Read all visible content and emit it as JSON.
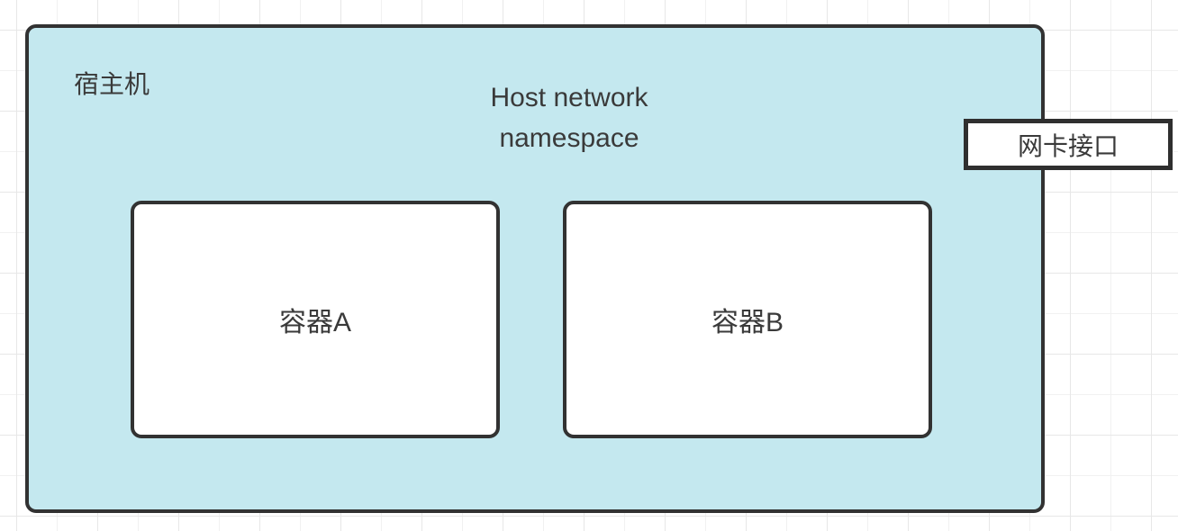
{
  "diagram": {
    "host": {
      "label": "宿主机",
      "title_line1": "Host network",
      "title_line2": "namespace",
      "fill_color": "#c4e8ef",
      "border_color": "#323232"
    },
    "containers": [
      {
        "label": "容器A",
        "fill_color": "#ffffff"
      },
      {
        "label": "容器B",
        "fill_color": "#ffffff"
      }
    ],
    "nic": {
      "label": "网卡接口",
      "fill_color": "#ffffff",
      "border_color": "#2f2f2f"
    },
    "canvas": {
      "background_color": "#ffffff",
      "grid_minor_color": "#f1f1f1",
      "grid_major_color": "#e7e7e7",
      "text_color": "#3a3a3a"
    }
  }
}
